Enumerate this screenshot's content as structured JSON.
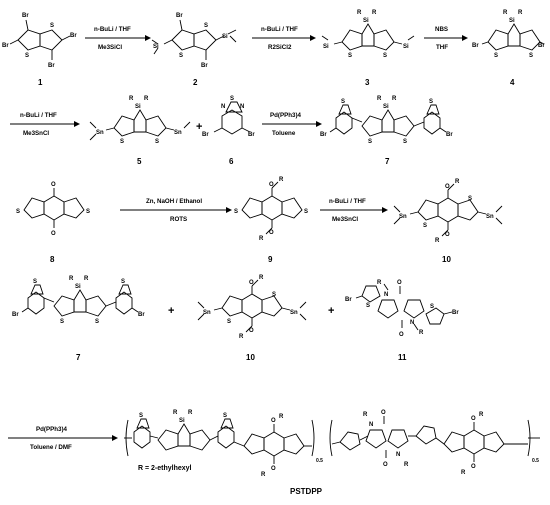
{
  "compounds": {
    "c1": "1",
    "c2": "2",
    "c3": "3",
    "c4": "4",
    "c5": "5",
    "c6": "6",
    "c7": "7",
    "c8": "8",
    "c9": "9",
    "c10": "10",
    "c7b": "7",
    "c10b": "10",
    "c11": "11"
  },
  "arrows": {
    "a1_top": "n-BuLi / THF",
    "a1_bot": "Me3SiCl",
    "a2_top": "n-BuLi / THF",
    "a2_bot": "R2SiCl2",
    "a3_top": "NBS",
    "a3_bot": "THF",
    "a4_top": "n-BuLi / THF",
    "a4_bot": "Me3SnCl",
    "a5_top": "Pd(PPh3)4",
    "a5_bot": "Toluene",
    "a6_top": "Zn, NaOH / Ethanol",
    "a6_bot": "ROTS",
    "a7_top": "n-BuLi / THF",
    "a7_bot": "Me3SnCl",
    "a8_top": "Pd(PPh3)4",
    "a8_bot": "Toluene / DMF"
  },
  "atoms": {
    "S": "S",
    "Br": "Br",
    "Si": "Si",
    "R": "R",
    "N": "N",
    "O": "O",
    "Sn": "Sn",
    "OR": "O",
    "RO": "O"
  },
  "legend": {
    "r_def": "R = 2-ethylhexyl",
    "polymer_name": "PSTDPP",
    "subscript": "0.5"
  },
  "symbols": {
    "plus": "+"
  }
}
